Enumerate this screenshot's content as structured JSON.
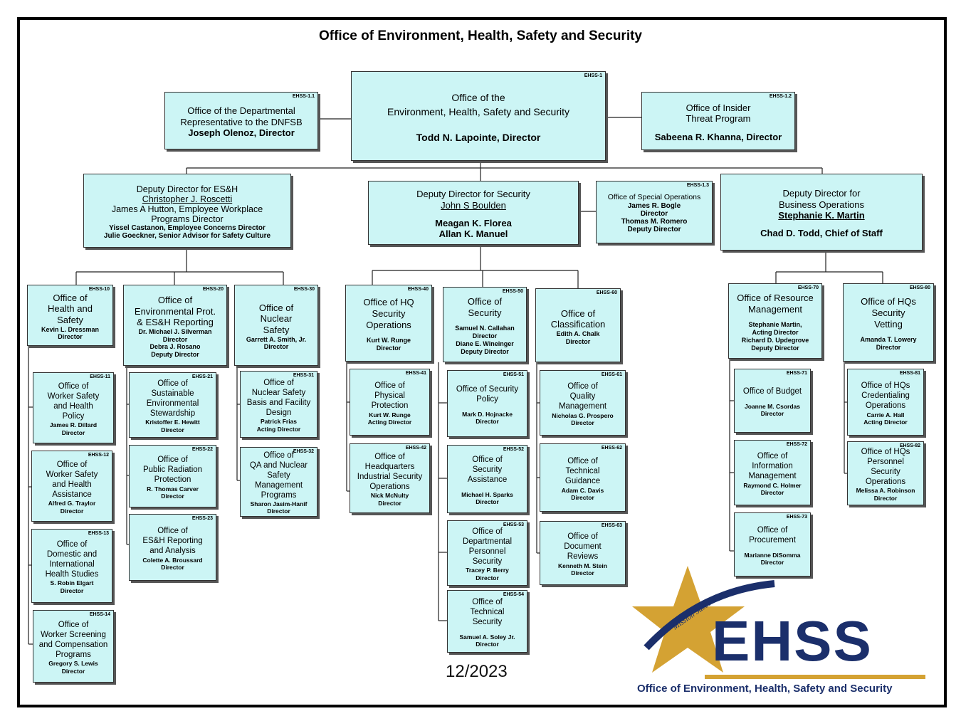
{
  "title": "Office of Environment, Health, Safety and Security",
  "date": "12/2023",
  "logo": {
    "word": "EHSS",
    "arc_text": "Mission Success",
    "tagline": "Office of Environment, Health, Safety and Security",
    "colors": {
      "navy": "#1b2f6b",
      "gold": "#d4a233"
    }
  },
  "colors": {
    "box_fill": "#ccf5f5",
    "border": "#333333"
  },
  "boxes": {
    "ehss1": {
      "code": "EHSS-1",
      "lines": [
        "Office of the",
        "Environment, Health, Safety and Security",
        "",
        "Todd N. Lapointe, Director"
      ]
    },
    "ehss11b": {
      "code": "EHSS-1.1",
      "lines": [
        "Office of the Departmental",
        "Representative to the DNFSB",
        "Joseph Olenoz, Director"
      ]
    },
    "ehss12b": {
      "code": "EHSS-1.2",
      "lines": [
        "Office of Insider",
        "Threat Program",
        "",
        "Sabeena R. Khanna, Director"
      ]
    },
    "dep_esh": {
      "code": "",
      "lines": [
        "Deputy Director for ES&H",
        "Christopher J. Roscetti",
        "James A Hutton, Employee Workplace",
        "Programs Director",
        "Yissel Castanon, Employee Concerns Director",
        "Julie Goeckner, Senior Advisor for Safety Culture"
      ]
    },
    "dep_sec": {
      "code": "",
      "lines": [
        "Deputy Director for Security",
        "John S Boulden",
        "",
        "Meagan K. Florea",
        "Allan K. Manuel"
      ]
    },
    "ehss13b": {
      "code": "EHSS-1.3",
      "lines": [
        "Office of Special Operations",
        "James R. Bogle",
        "Director",
        "Thomas M. Romero",
        "Deputy Director"
      ]
    },
    "dep_bus": {
      "code": "",
      "lines": [
        "Deputy Director for",
        "Business Operations",
        "Stephanie K. Martin",
        "",
        "Chad D. Todd, Chief of Staff"
      ]
    },
    "ehss10": {
      "code": "EHSS-10",
      "lines": [
        "Office of",
        "Health and",
        "Safety",
        "Kevin L. Dressman",
        "Director"
      ]
    },
    "ehss20": {
      "code": "EHSS-20",
      "lines": [
        "Office of",
        "Environmental Prot.",
        "& ES&H Reporting",
        "Dr. Michael J. Silverman",
        "Director",
        "Debra J. Rosano",
        "Deputy Director"
      ]
    },
    "ehss30": {
      "code": "EHSS-30",
      "lines": [
        "Office of",
        "Nuclear",
        "Safety",
        "Garrett A. Smith, Jr.",
        "Director"
      ]
    },
    "ehss40": {
      "code": "EHSS-40",
      "lines": [
        "Office of HQ",
        "Security",
        "Operations",
        "",
        "Kurt W. Runge",
        "Director"
      ]
    },
    "ehss50": {
      "code": "EHSS-50",
      "lines": [
        "Office of",
        "Security",
        "",
        "Samuel N. Callahan",
        "Director",
        "Diane E. Wineinger",
        "Deputy Director"
      ]
    },
    "ehss60": {
      "code": "EHSS-60",
      "lines": [
        "Office of",
        "Classification",
        "Edith A. Chalk",
        "Director"
      ]
    },
    "ehss70": {
      "code": "EHSS-70",
      "lines": [
        "Office of Resource",
        "Management",
        "",
        "Stephanie Martin,",
        "Acting Director",
        "Richard D. Updegrove",
        "Deputy Director"
      ]
    },
    "ehss80": {
      "code": "EHSS-80",
      "lines": [
        "Office of HQs",
        "Security",
        "Vetting",
        "",
        "Amanda T. Lowery",
        "Director"
      ]
    },
    "ehss11": {
      "code": "EHSS-11",
      "lines": [
        "Office of",
        "Worker Safety",
        "and Health",
        "Policy",
        "James R. Dillard",
        "Director"
      ]
    },
    "ehss12": {
      "code": "EHSS-12",
      "lines": [
        "Office of",
        "Worker Safety",
        "and Health",
        "Assistance",
        "Alfred G. Traylor",
        "Director"
      ]
    },
    "ehss13": {
      "code": "EHSS-13",
      "lines": [
        "Office of",
        "Domestic and",
        "International",
        "Health Studies",
        "S. Robin Elgart",
        "Director"
      ]
    },
    "ehss14": {
      "code": "EHSS-14",
      "lines": [
        "Office of",
        "Worker Screening",
        "and Compensation",
        "Programs",
        "Gregory S. Lewis",
        "Director"
      ]
    },
    "ehss21": {
      "code": "EHSS-21",
      "lines": [
        "Office of",
        "Sustainable",
        "Environmental",
        "Stewardship",
        "Kristoffer E. Hewitt",
        "Director"
      ]
    },
    "ehss22": {
      "code": "EHSS-22",
      "lines": [
        "Office of",
        "Public Radiation",
        "Protection",
        "R. Thomas Carver",
        "Director"
      ]
    },
    "ehss23": {
      "code": "EHSS-23",
      "lines": [
        "Office of",
        "ES&H Reporting",
        "and Analysis",
        "Colette A. Broussard",
        "Director"
      ]
    },
    "ehss31": {
      "code": "EHSS-31",
      "lines": [
        "Office of",
        "Nuclear Safety",
        "Basis and Facility",
        "Design",
        "Patrick Frias",
        "Acting Director"
      ]
    },
    "ehss32": {
      "code": "EHSS-32",
      "lines": [
        "Office of",
        "QA and Nuclear",
        "Safety",
        "Management",
        "Programs",
        "Sharon Jasim-Hanif",
        "Director"
      ]
    },
    "ehss41": {
      "code": "EHSS-41",
      "lines": [
        "Office of",
        "Physical",
        "Protection",
        "Kurt W. Runge",
        "Acting Director"
      ]
    },
    "ehss42": {
      "code": "EHSS-42",
      "lines": [
        "Office of",
        "Headquarters",
        "Industrial Security",
        "Operations",
        "Nick McNulty",
        "Director"
      ]
    },
    "ehss51": {
      "code": "EHSS-51",
      "lines": [
        "Office of Security",
        "Policy",
        "",
        "Mark D. Hojnacke",
        "Director"
      ]
    },
    "ehss52": {
      "code": "EHSS-52",
      "lines": [
        "Office of",
        "Security",
        "Assistance",
        "",
        "Michael H. Sparks",
        "Director"
      ]
    },
    "ehss53": {
      "code": "EHSS-53",
      "lines": [
        "Office of",
        "Departmental",
        "Personnel",
        "Security",
        "Tracey P. Berry",
        "Director"
      ]
    },
    "ehss54": {
      "code": "EHSS-54",
      "lines": [
        "Office of",
        "Technical",
        "Security",
        "",
        "Samuel A. Soley Jr.",
        "Director"
      ]
    },
    "ehss61": {
      "code": "EHSS-61",
      "lines": [
        "Office of",
        "Quality",
        "Management",
        "Nicholas G. Prospero",
        "Director"
      ]
    },
    "ehss62": {
      "code": "EHSS-62",
      "lines": [
        "Office of",
        "Technical",
        "Guidance",
        "Adam C. Davis",
        "Director"
      ]
    },
    "ehss63": {
      "code": "EHSS-63",
      "lines": [
        "Office of",
        "Document",
        "Reviews",
        "Kenneth M. Stein",
        "Director"
      ]
    },
    "ehss71": {
      "code": "EHSS-71",
      "lines": [
        "Office of Budget",
        "",
        "Joanne M. Csordas",
        "Director"
      ]
    },
    "ehss72": {
      "code": "EHSS-72",
      "lines": [
        "Office of",
        "Information",
        "Management",
        "Raymond C. Holmer",
        "Director"
      ]
    },
    "ehss73": {
      "code": "EHSS-73",
      "lines": [
        "Office of",
        "Procurement",
        "",
        "Marianne DiSomma",
        "Director"
      ]
    },
    "ehss81": {
      "code": "EHSS-81",
      "lines": [
        "Office of HQs",
        "Credentialing",
        "Operations",
        "Carrie A. Hall",
        "Acting Director"
      ]
    },
    "ehss82": {
      "code": "EHSS-82",
      "lines": [
        "Office of HQs",
        "Personnel",
        "Security",
        "Operations",
        "Melissa A. Robinson",
        "Director"
      ]
    }
  }
}
